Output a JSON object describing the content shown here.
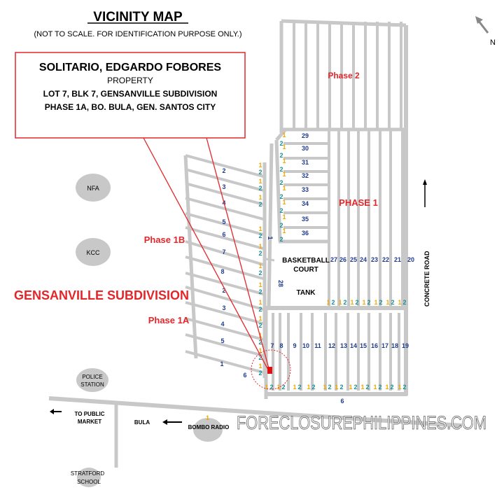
{
  "header": {
    "title": "VICINITY MAP",
    "subtitle": "(NOT TO SCALE. FOR IDENTIFICATION PURPOSE ONLY.)"
  },
  "property_box": {
    "owner": "SOLITARIO, EDGARDO FOBORES",
    "type": "PROPERTY",
    "lot": "LOT 7, BLK 7, GENSANVILLE SUBDIVISION",
    "address": "PHASE 1A, BO. BULA,  GEN. SANTOS CITY"
  },
  "areas": {
    "phase2": "Phase 2",
    "phase1": "PHASE 1",
    "phase1b": "Phase 1B",
    "phase1a": "Phase 1A",
    "subdivision": "GENSANVILLE SUBDIVISION",
    "basketball1": "BASKETBALL",
    "basketball2": "COURT",
    "tank": "TANK",
    "concrete_road": "CONCRETE ROAD",
    "north": "N"
  },
  "landmarks": {
    "nfa": "NFA",
    "kcc": "KCC",
    "police1": "POLICE",
    "police2": "STATION",
    "public_market1": "TO PUBLIC",
    "public_market2": "MARKET",
    "bula": "BULA",
    "bombo_radio": "BOMBO RADIO",
    "stratford1": "STRATFORD",
    "stratford2": "SCHOOL"
  },
  "lots": {
    "upper_rows": [
      "29",
      "30",
      "31",
      "32",
      "33",
      "34",
      "35",
      "36"
    ],
    "upper_columns": [
      "27",
      "26",
      "25",
      "24",
      "23",
      "22",
      "21",
      "20"
    ],
    "lower_columns": [
      "7",
      "8",
      "9",
      "10",
      "11",
      "12",
      "13",
      "14",
      "15",
      "16",
      "17",
      "18",
      "19"
    ],
    "left_block": [
      "2",
      "3",
      "4",
      "5",
      "6",
      "7",
      "8",
      "2",
      "3",
      "4",
      "5",
      "1",
      "6"
    ],
    "lot28": "28",
    "lot1_small": "1",
    "bottom_six": "6",
    "marker_one": "1",
    "marker_two": "2"
  },
  "watermark": "FORECLOSUREPHILIPPINES.COM",
  "colors": {
    "accent_red": "#e3262a",
    "road_gray": "#c8c8c8",
    "lot_blue": "#1f3c8c",
    "marker_orange": "#f0a800",
    "marker_teal": "#1a8f95"
  }
}
